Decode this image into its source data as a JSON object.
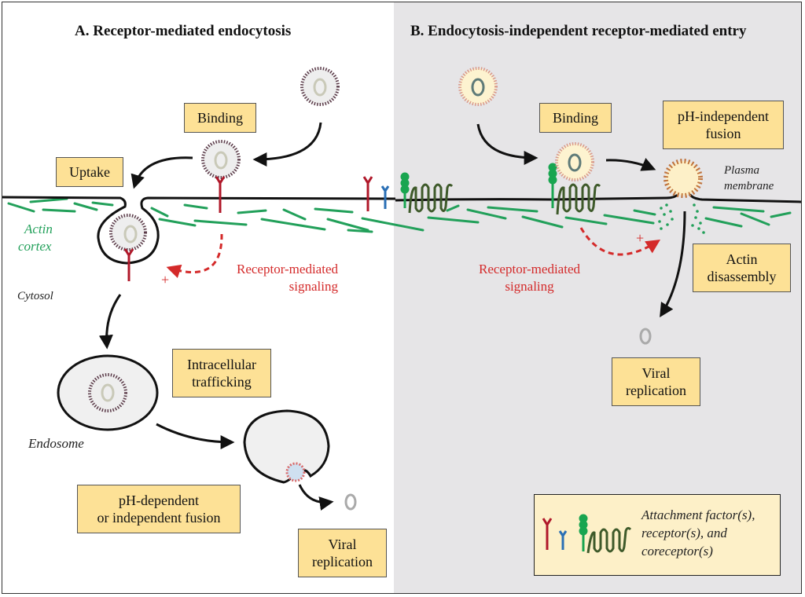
{
  "panels": {
    "a": {
      "title": "A. Receptor-mediated endocytosis"
    },
    "b": {
      "title": "B. Endocytosis-independent receptor-mediated entry"
    }
  },
  "panel_a": {
    "binding": "Binding",
    "uptake": "Uptake",
    "actin_cortex": [
      "Actin",
      "cortex"
    ],
    "cytosol": "Cytosol",
    "signaling": [
      "Receptor-mediated",
      "signaling"
    ],
    "plus": "+",
    "trafficking": [
      "Intracellular",
      "trafficking"
    ],
    "endosome": "Endosome",
    "fusion": [
      "pH-dependent",
      "or independent fusion"
    ],
    "replication": [
      "Viral",
      "replication"
    ]
  },
  "panel_b": {
    "binding": "Binding",
    "fusion": [
      "pH-independent",
      "fusion"
    ],
    "plasma_membrane": [
      "Plasma",
      "membrane"
    ],
    "signaling": [
      "Receptor-mediated",
      "signaling"
    ],
    "plus": "+",
    "actin_disassembly": [
      "Actin",
      "disassembly"
    ],
    "replication": [
      "Viral",
      "replication"
    ]
  },
  "legend": {
    "text": [
      "Attachment factor(s),",
      "receptor(s), and",
      "coreceptor(s)"
    ],
    "icons": [
      "red-receptor",
      "blue-receptor",
      "green-beaded-receptor",
      "coiled-coreceptor"
    ]
  },
  "colors": {
    "box_fill": "#fde196",
    "legend_fill": "#fdf0c8",
    "actin": "#22a05a",
    "signaling": "#d42a2a",
    "receptor_red": "#b0182a",
    "receptor_blue": "#2a6fb5",
    "coreceptor": "#3e5a2a",
    "panel_b_bg": "#e6e5e7"
  }
}
